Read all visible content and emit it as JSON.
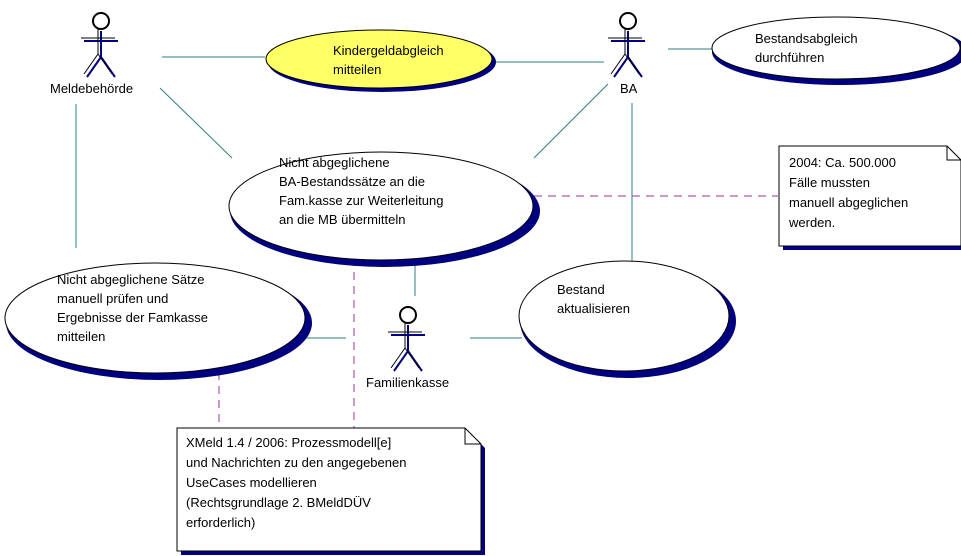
{
  "actors": {
    "meldebehoerde": {
      "name": "Meldebehörde"
    },
    "ba": {
      "name": "BA"
    },
    "familienkasse": {
      "name": "Familienkasse"
    }
  },
  "use_cases": {
    "kindergeldabgleich": {
      "lines": [
        "Kindergeldabgleich",
        "mitteilen"
      ],
      "fill": "#ffff66"
    },
    "bestandsabgleich": {
      "lines": [
        "Bestandsabgleich",
        "durchführen"
      ],
      "fill": "#ffffff"
    },
    "nicht_abgeglichen_ba": {
      "lines": [
        "Nicht abgeglichene",
        "BA-Bestandssätze an die",
        "Fam.kasse zur Weiterleitung",
        "an die MB übermitteln"
      ],
      "fill": "#ffffff"
    },
    "nicht_abgeglichen_saetze": {
      "lines": [
        "Nicht abgeglichene Sätze",
        "manuell prüfen und",
        "Ergebnisse der Famkasse",
        "mitteilen"
      ],
      "fill": "#ffffff"
    },
    "bestand_aktualisieren": {
      "lines": [
        "Bestand",
        "aktualisieren"
      ],
      "fill": "#ffffff"
    }
  },
  "notes": {
    "note_2004": {
      "lines": [
        "2004: Ca. 500.000",
        "Fälle mussten",
        "manuell abgeglichen",
        "werden."
      ]
    },
    "note_xmeld": {
      "lines": [
        "XMeld 1.4 / 2006: Prozessmodell[e]",
        "und Nachrichten zu den angegebenen",
        "UseCases modellieren",
        "(Rechtsgrundlage 2. BMeldDÜV",
        "erforderlich)"
      ]
    }
  },
  "colors": {
    "association_line": "#2e7f7f",
    "note_link": "#993399",
    "actor_stroke": "#000080",
    "shadow": "#000080",
    "highlight_fill": "#ffff66"
  }
}
